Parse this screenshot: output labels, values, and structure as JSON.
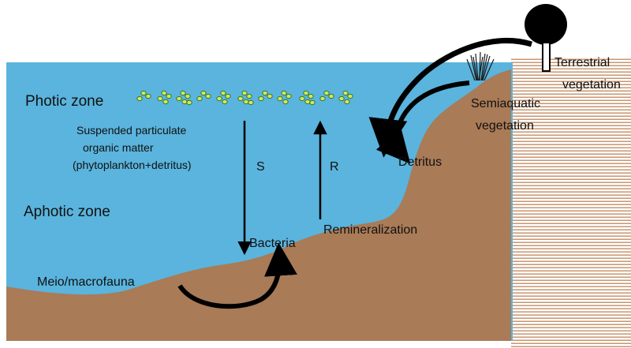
{
  "labels": {
    "photic_zone": "Photic zone",
    "aphotic_zone": "Aphotic zone",
    "spom_line1": "Suspended particulate",
    "spom_line2": "organic matter",
    "spom_line3": "(phytoplankton+detritus)",
    "s": "S",
    "r": "R",
    "bacteria": "Bacteria",
    "remineralization": "Remineralization",
    "meio_macrofauna": "Meio/macrofauna",
    "detritus": "Detritus",
    "semiaquatic_line1": "Semiaquatic",
    "semiaquatic_line2": "vegetation",
    "terrestrial_line1": "Terrestrial",
    "terrestrial_line2": "vegetation"
  },
  "colors": {
    "water": "#5ab4dd",
    "sediment": "#a97b57",
    "plankton_fill": "#d8e65a",
    "plankton_stroke": "#2f7a2a",
    "stripe": "#c89670",
    "tree": "#000000",
    "arrow": "#000000"
  },
  "icons": {
    "phytoplankton": "green-cell-cluster-icon",
    "grass": "grass-tuft-icon",
    "tree": "tree-icon"
  }
}
